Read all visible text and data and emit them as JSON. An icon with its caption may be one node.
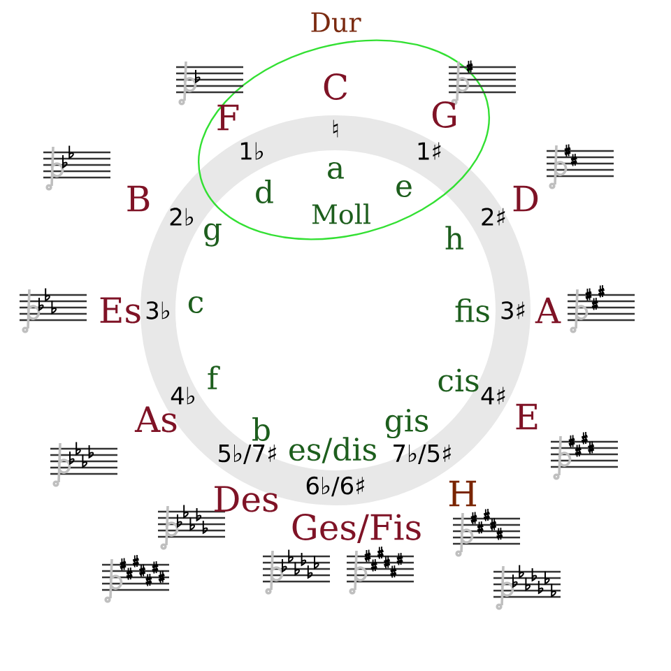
{
  "diagram": {
    "labels": [
      "Dur",
      "Moll",
      "C",
      "G",
      "D",
      "A",
      "E",
      "H",
      "Ges/Fis",
      "Des",
      "As",
      "Es",
      "B",
      "F",
      "♮",
      "1♯",
      "2♯",
      "3♯",
      "4♯",
      "7♭/5♯",
      "6♭/6♯",
      "5♭/7♯",
      "4♭",
      "3♭",
      "2♭",
      "1♭",
      "a",
      "e",
      "h",
      "fis",
      "cis",
      "gis",
      "es/dis",
      "b",
      "f",
      "c",
      "g",
      "d"
    ]
  }
}
